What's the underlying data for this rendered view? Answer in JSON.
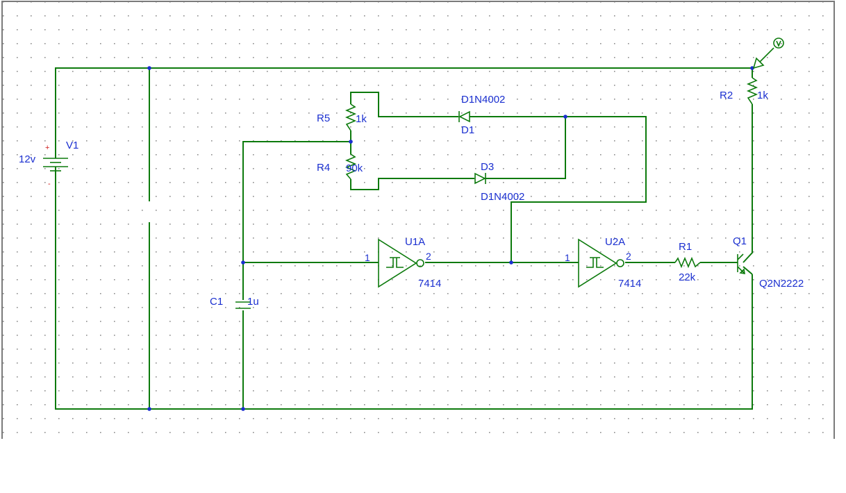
{
  "colors": {
    "wire": "#0c7a0c",
    "label": "#1a2fd0",
    "polarity": "#d01a1a",
    "grid_dot": "#8c8c8c",
    "frame": "#7a7a7a"
  },
  "components": {
    "V1": {
      "name": "V1",
      "value": "12v",
      "plus": "+",
      "minus": "-"
    },
    "R5": {
      "name": "R5",
      "value": "1k"
    },
    "R4": {
      "name": "R4",
      "value": "90k"
    },
    "D1": {
      "name": "D1",
      "model": "D1N4002"
    },
    "D3": {
      "name": "D3",
      "model": "D1N4002"
    },
    "U1A": {
      "name": "U1A",
      "part": "7414",
      "pin_in": "1",
      "pin_out": "2"
    },
    "U2A": {
      "name": "U2A",
      "part": "7414",
      "pin_in": "1",
      "pin_out": "2"
    },
    "R1": {
      "name": "R1",
      "value": "22k"
    },
    "R2": {
      "name": "R2",
      "value": "1k"
    },
    "Q1": {
      "name": "Q1",
      "model": "Q2N2222"
    },
    "C1": {
      "name": "C1",
      "value": "1u"
    }
  }
}
